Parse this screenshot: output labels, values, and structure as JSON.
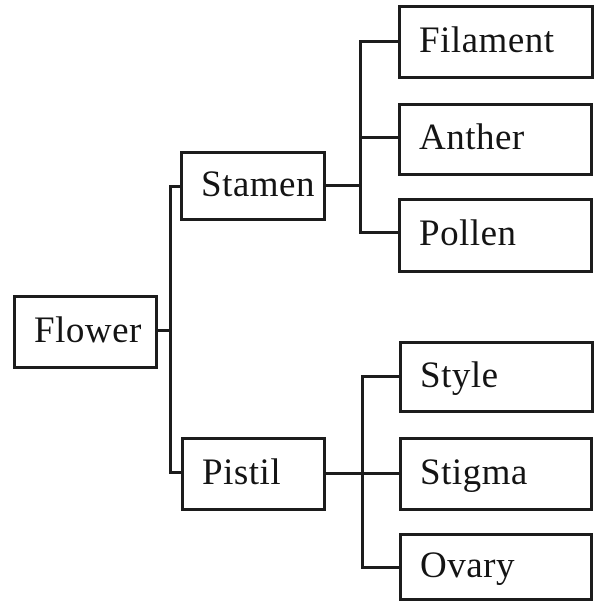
{
  "diagram": {
    "type": "tree",
    "root": {
      "label": "Flower"
    },
    "branches": [
      {
        "label": "Stamen",
        "children": [
          {
            "label": "Filament"
          },
          {
            "label": "Anther"
          },
          {
            "label": "Pollen"
          }
        ]
      },
      {
        "label": "Pistil",
        "children": [
          {
            "label": "Style"
          },
          {
            "label": "Stigma"
          },
          {
            "label": "Ovary"
          }
        ]
      }
    ],
    "colors": {
      "line": "#1c1c1c",
      "background": "#ffffff",
      "text": "#141414"
    }
  }
}
